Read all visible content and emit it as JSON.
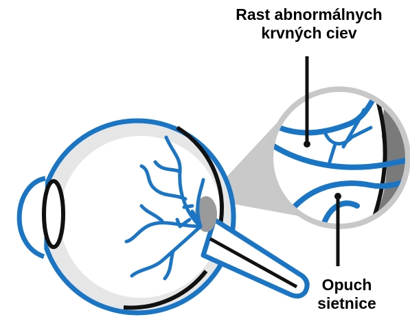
{
  "labels": {
    "growth": {
      "line1": "Rast abnormálnych",
      "line2": "krvných ciev"
    },
    "swelling": {
      "line1": "Opuch",
      "line2": "sietnice"
    }
  },
  "colors": {
    "vessel_blue": "#1a75c4",
    "eye_white": "#ffffff",
    "shading_gray": "#c8c8c8",
    "dark_gray": "#7a7a7a",
    "outline_black": "#111111"
  }
}
